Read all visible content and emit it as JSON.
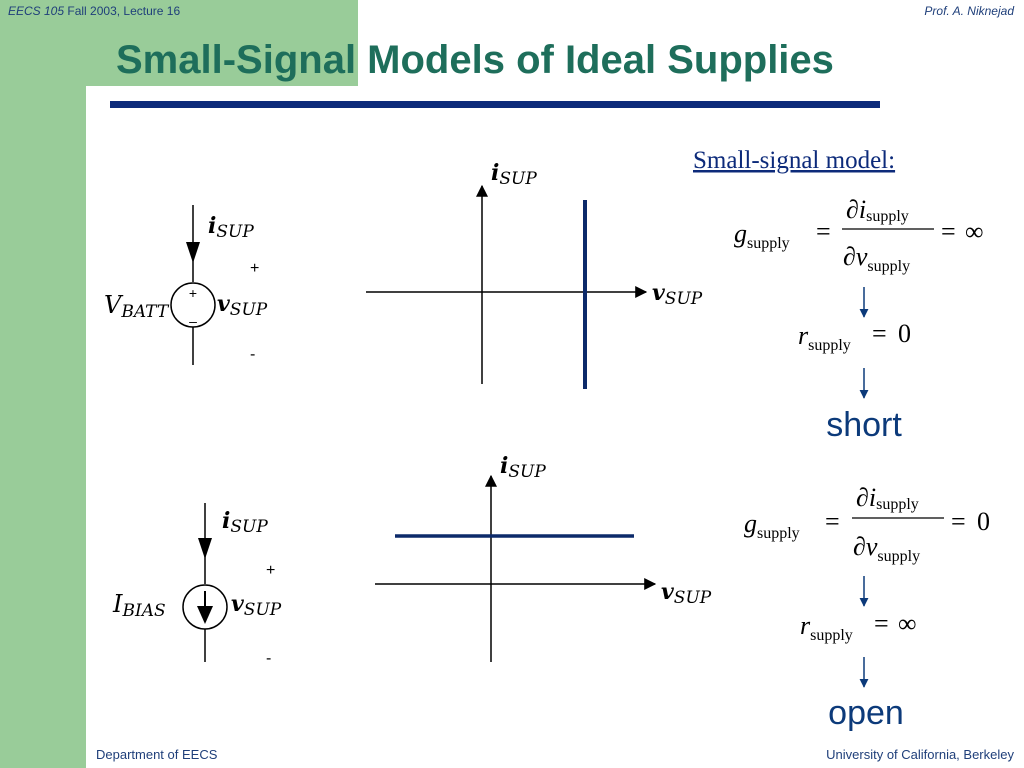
{
  "header": {
    "course": "EECS 105",
    "term": "Fall 2003, Lecture 16",
    "author": "Prof. A. Niknejad"
  },
  "title": "Small-Signal Models of Ideal Supplies",
  "footer": {
    "left": "Department of EECS",
    "right": "University of California, Berkeley"
  },
  "colors": {
    "sidebar_green": "#99cc99",
    "title_color": "#1e6e5b",
    "rule_color": "#0c2a7a",
    "result_color": "#0c3a7a"
  },
  "voltage_source": {
    "current_label": "i",
    "current_sub": "SUP",
    "source_label": "V",
    "source_sub": "BATT",
    "voltage_label": "v",
    "voltage_sub": "SUP",
    "plus": "+",
    "minus": "-",
    "inner_plus": "+",
    "inner_minus": "–"
  },
  "current_source": {
    "current_label": "i",
    "current_sub": "SUP",
    "source_label": "I",
    "source_sub": "BIAS",
    "voltage_label": "v",
    "voltage_sub": "SUP",
    "plus": "+",
    "minus": "-"
  },
  "plot_top": {
    "y_label": "i",
    "y_sub": "SUP",
    "x_label": "v",
    "x_sub": "SUP"
  },
  "plot_bottom": {
    "y_label": "i",
    "y_sub": "SUP",
    "x_label": "v",
    "x_sub": "SUP"
  },
  "model": {
    "heading": "Small-signal model:",
    "g_symbol": "g",
    "r_symbol": "r",
    "sub": "supply",
    "partial": "∂",
    "i_symbol": "i",
    "v_symbol": "v",
    "eq": "=",
    "top": {
      "g_value": "∞",
      "r_value": "0",
      "result": "short"
    },
    "bottom": {
      "g_value": "0",
      "r_value": "∞",
      "result": "open"
    }
  }
}
